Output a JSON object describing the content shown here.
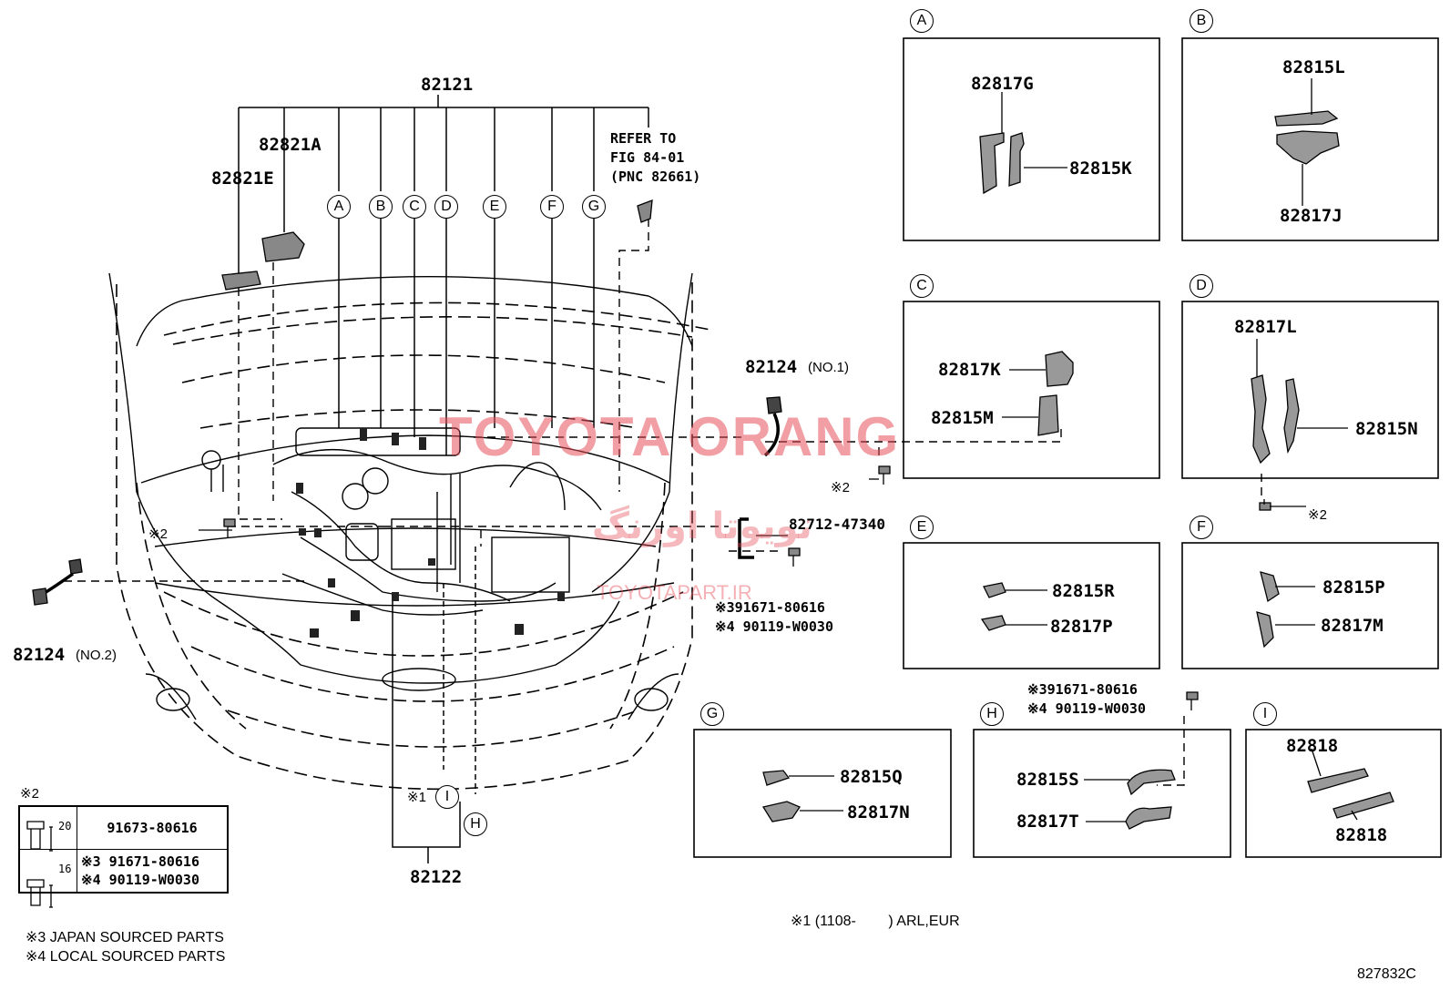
{
  "watermark": {
    "brand": "TOYOTA ORANG",
    "arabic": "تویوتا اورنگ",
    "site": "TOYOTAPART.IR"
  },
  "figure_code": "827832C",
  "main_parts": {
    "harness_top": "82121",
    "harness_bottom": "82122",
    "p82821A": "82821A",
    "p82821E": "82821E",
    "p82124": "82124",
    "no1": "(NO.1)",
    "no2": "(NO.2)",
    "p82712": "82712-47340",
    "bolt_mark": "※2"
  },
  "refer": [
    "REFER TO",
    "FIG 84-01",
    "(PNC 82661)"
  ],
  "callouts_top": [
    "A",
    "B",
    "C",
    "D",
    "E",
    "F",
    "G"
  ],
  "callout_I": "I",
  "callout_H": "H",
  "mark_1": "※1",
  "bolt_notes_mid": [
    "※391671-80616",
    "※4 90119-W0030"
  ],
  "bolt_notes_h": [
    "※391671-80616",
    "※4 90119-W0030"
  ],
  "boxes": {
    "A": {
      "letter": "A",
      "parts": [
        "82817G",
        "82815K"
      ]
    },
    "B": {
      "letter": "B",
      "parts": [
        "82815L",
        "82817J"
      ]
    },
    "C": {
      "letter": "C",
      "parts": [
        "82817K",
        "82815M"
      ]
    },
    "D": {
      "letter": "D",
      "parts": [
        "82817L",
        "82815N"
      ]
    },
    "E": {
      "letter": "E",
      "parts": [
        "82815R",
        "82817P"
      ]
    },
    "F": {
      "letter": "F",
      "parts": [
        "82815P",
        "82817M"
      ]
    },
    "G": {
      "letter": "G",
      "parts": [
        "82815Q",
        "82817N"
      ]
    },
    "H": {
      "letter": "H",
      "parts": [
        "82815S",
        "82817T"
      ]
    },
    "I": {
      "letter": "I",
      "parts": [
        "82818",
        "82818"
      ]
    }
  },
  "bolt_table": {
    "header": "※2",
    "row1": {
      "size": "20",
      "part": "91673-80616"
    },
    "row2": {
      "size": "16",
      "part_a": "※3 91671-80616",
      "part_b": "※4 90119-W0030"
    }
  },
  "footnotes": [
    "※3 JAPAN SOURCED PARTS",
    "※4 LOCAL SOURCED PARTS"
  ],
  "note_1": "※1 (1108-        ) ARL,EUR"
}
